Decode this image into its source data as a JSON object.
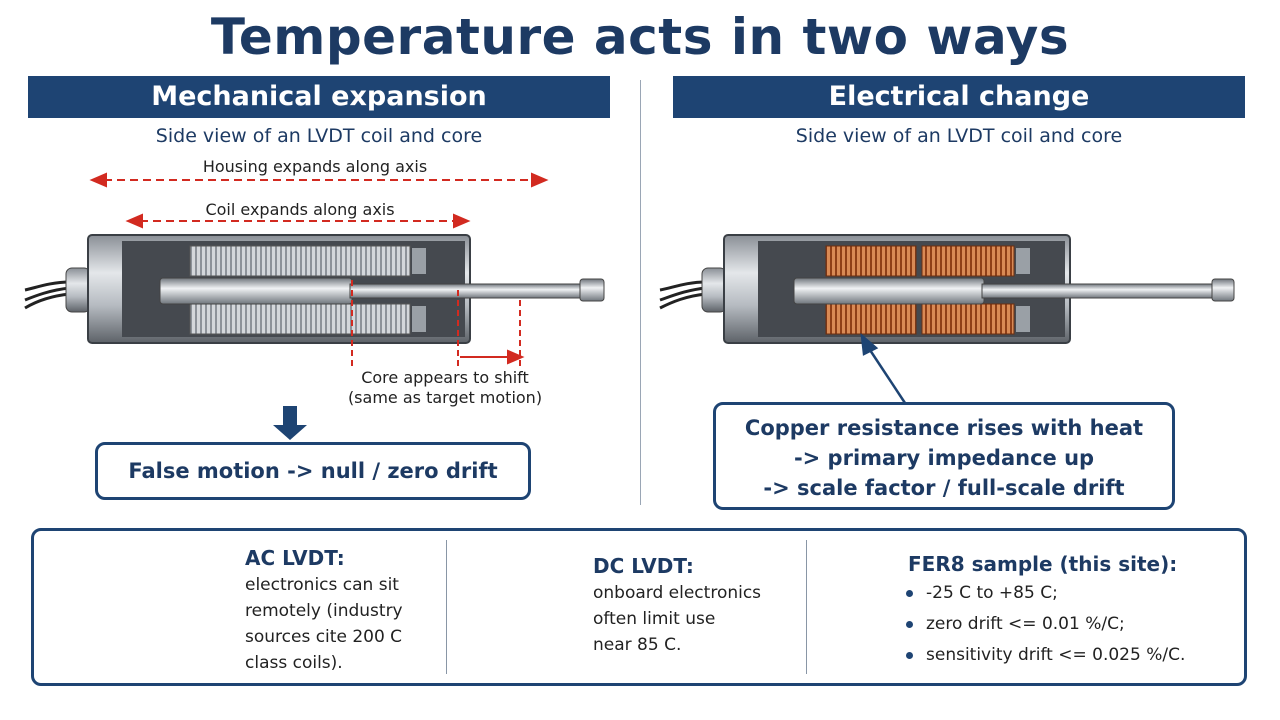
{
  "title": "Temperature acts in two ways",
  "left": {
    "heading": "Mechanical expansion",
    "subtitle": "Side view of an LVDT coil and core",
    "housing_label": "Housing expands along axis",
    "coil_label": "Coil expands along axis",
    "core_label_1": "Core appears to shift",
    "core_label_2": "(same as target motion)",
    "result": "False motion -> null / zero drift"
  },
  "right": {
    "heading": "Electrical change",
    "subtitle": "Side view of an LVDT coil and core",
    "result_1": "Copper resistance rises with heat",
    "result_2": "-> primary impedance up",
    "result_3": "-> scale factor / full-scale drift"
  },
  "bottom": {
    "ac": {
      "title": "AC LVDT:",
      "lines": [
        "electronics can sit",
        "remotely (industry",
        "sources cite 200 C",
        "class coils)."
      ]
    },
    "dc": {
      "title": "DC LVDT:",
      "lines": [
        "onboard electronics",
        "often limit use",
        "near 85 C."
      ]
    },
    "fer8": {
      "title": "FER8 sample (this site):",
      "bullets": [
        "-25 C to +85 C;",
        "zero drift <= 0.01 %/C;",
        "sensitivity drift <= 0.025 %/C."
      ]
    }
  },
  "colors": {
    "navy": "#1e4473",
    "red_arrow": "#d22a20",
    "copper": "#c0612e"
  }
}
